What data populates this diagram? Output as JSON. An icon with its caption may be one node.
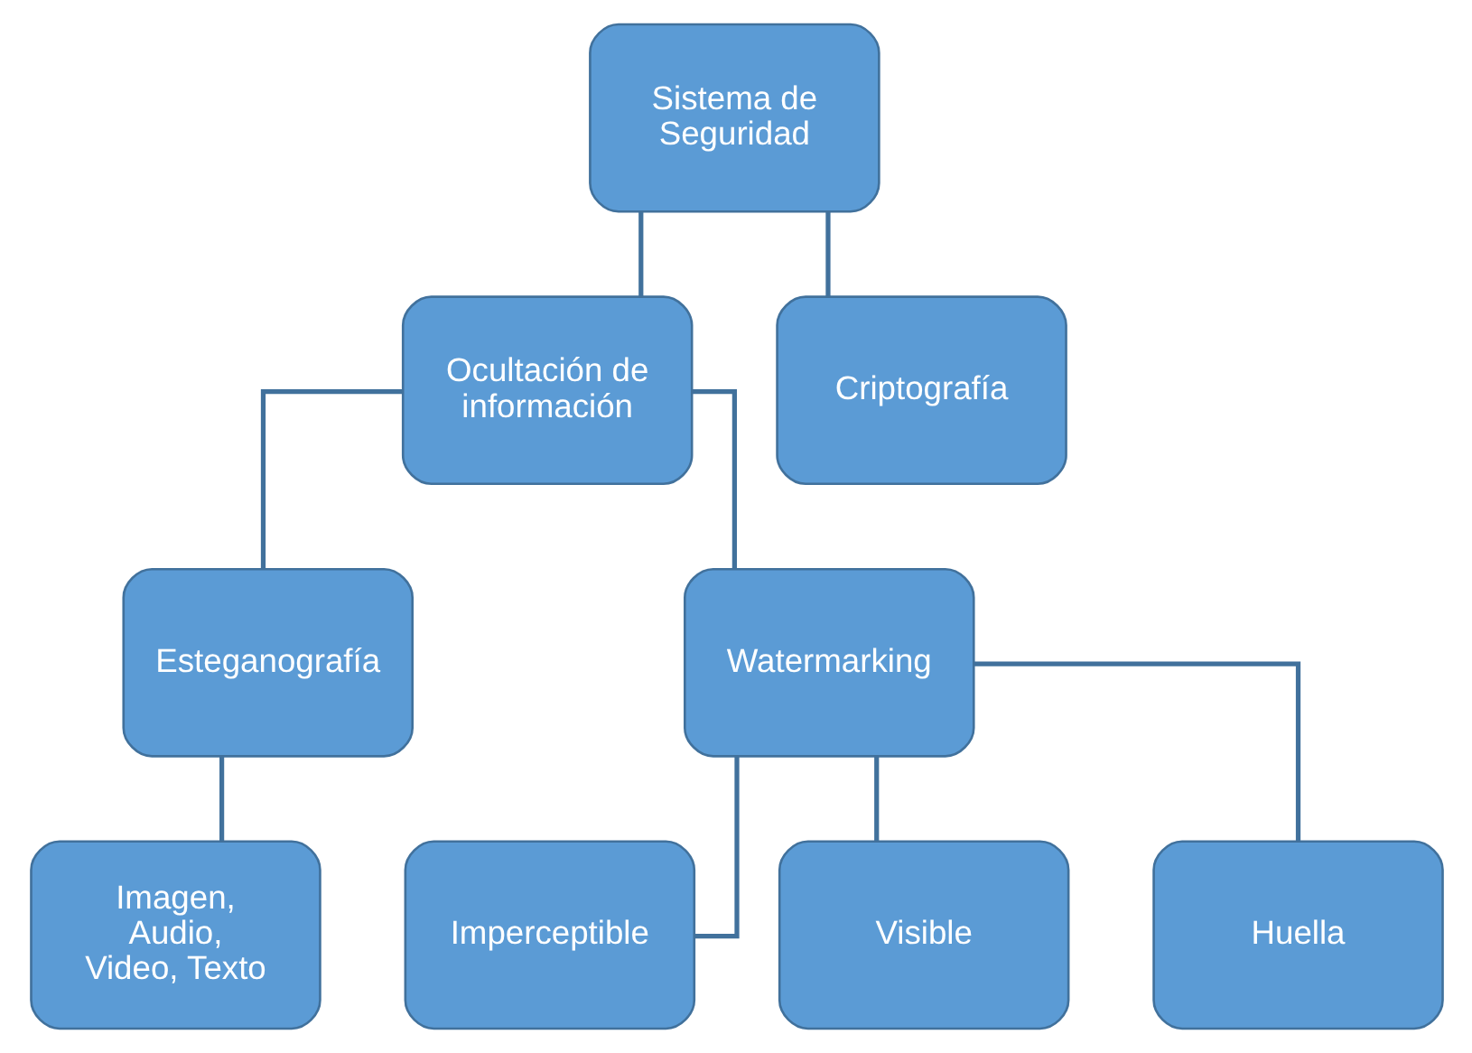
{
  "diagram": {
    "nodes": [
      {
        "text": [
          "Sistema de Seguridad"
        ]
      },
      {
        "text": [
          "Ocultación de información"
        ]
      },
      {
        "text": [
          "Criptografía"
        ]
      },
      {
        "text": [
          "Esteganografía"
        ]
      },
      {
        "text": [
          "Watermarking"
        ]
      },
      {
        "text": [
          "Imagen, Audio, Video, Texto"
        ]
      },
      {
        "text": [
          "Imperceptible"
        ]
      },
      {
        "text": [
          "Visible"
        ]
      },
      {
        "text": [
          "Huella"
        ]
      }
    ],
    "edges": [
      {
        "from": 0,
        "to": 1,
        "arrow": "none"
      },
      {
        "from": 0,
        "to": 2,
        "arrow": "none"
      },
      {
        "from": 1,
        "to": 3,
        "arrow": "none"
      },
      {
        "from": 1,
        "to": 4,
        "arrow": "none"
      },
      {
        "from": 3,
        "to": 5,
        "arrow": "none"
      },
      {
        "from": 4,
        "to": 6,
        "arrow": "none"
      },
      {
        "from": 4,
        "to": 7,
        "arrow": "none"
      },
      {
        "from": 4,
        "to": 8,
        "arrow": "none"
      }
    ]
  }
}
